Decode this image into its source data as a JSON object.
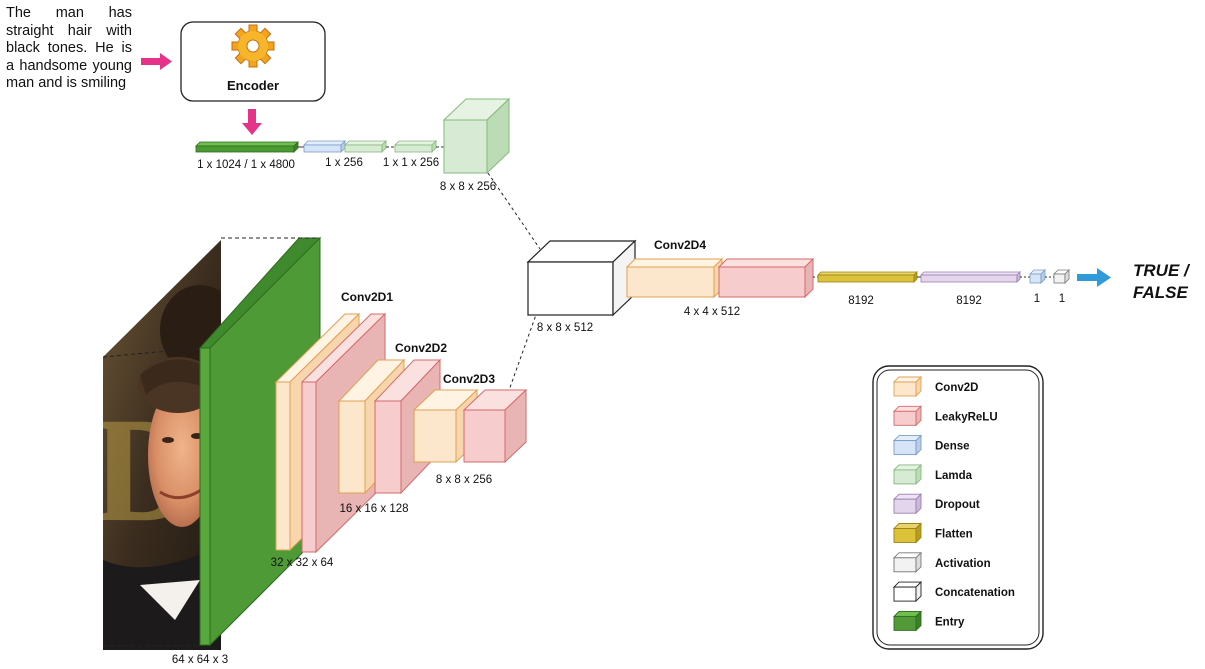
{
  "description": "The man has straight hair with black tones. He is a handsome young man and is smiling",
  "encoder": {
    "label": "Encoder",
    "icon": "gear-icon"
  },
  "text_branch": {
    "embedding_label": "1 x 1024 / 1 x 4800",
    "dense_label": "1 x 256",
    "lambda_label": "1 x 1 x 256",
    "volume_label": "8 x 8 x 256"
  },
  "image_branch": {
    "input_label": "64 x 64 x 3",
    "conv1": {
      "title": "Conv2D1",
      "dims": "32 x 32 x 64"
    },
    "conv2": {
      "title": "Conv2D2",
      "dims": "16 x 16 x 128"
    },
    "conv3": {
      "title": "Conv2D3",
      "dims": "8 x 8 x 256"
    }
  },
  "merge": {
    "concat_dims": "8 x 8 x 512",
    "conv4": {
      "title": "Conv2D4",
      "dims": "4 x 4 x 512"
    },
    "flatten_dims": "8192",
    "dropout_dims": "8192",
    "dense_dims": "1",
    "activation_dims": "1"
  },
  "output": {
    "line1": "TRUE /",
    "line2": "FALSE"
  },
  "colors": {
    "conv2d": "#fde7cc",
    "leakyrelu": "#f7cccc",
    "dense": "#d6e4f7",
    "lamda": "#d7ebd4",
    "dropout": "#e3d6ec",
    "flatten": "#dcc13a",
    "activation": "#f2f2f2",
    "concatenation": "#ffffff",
    "entry": "#519a37",
    "arrow_pink": "#e6338a",
    "arrow_blue": "#2e9ad9"
  },
  "legend": {
    "items": [
      {
        "label": "Conv2D"
      },
      {
        "label": "LeakyReLU"
      },
      {
        "label": "Dense"
      },
      {
        "label": "Lamda"
      },
      {
        "label": "Dropout"
      },
      {
        "label": "Flatten"
      },
      {
        "label": "Activation"
      },
      {
        "label": "Concatenation"
      },
      {
        "label": "Entry"
      }
    ]
  }
}
